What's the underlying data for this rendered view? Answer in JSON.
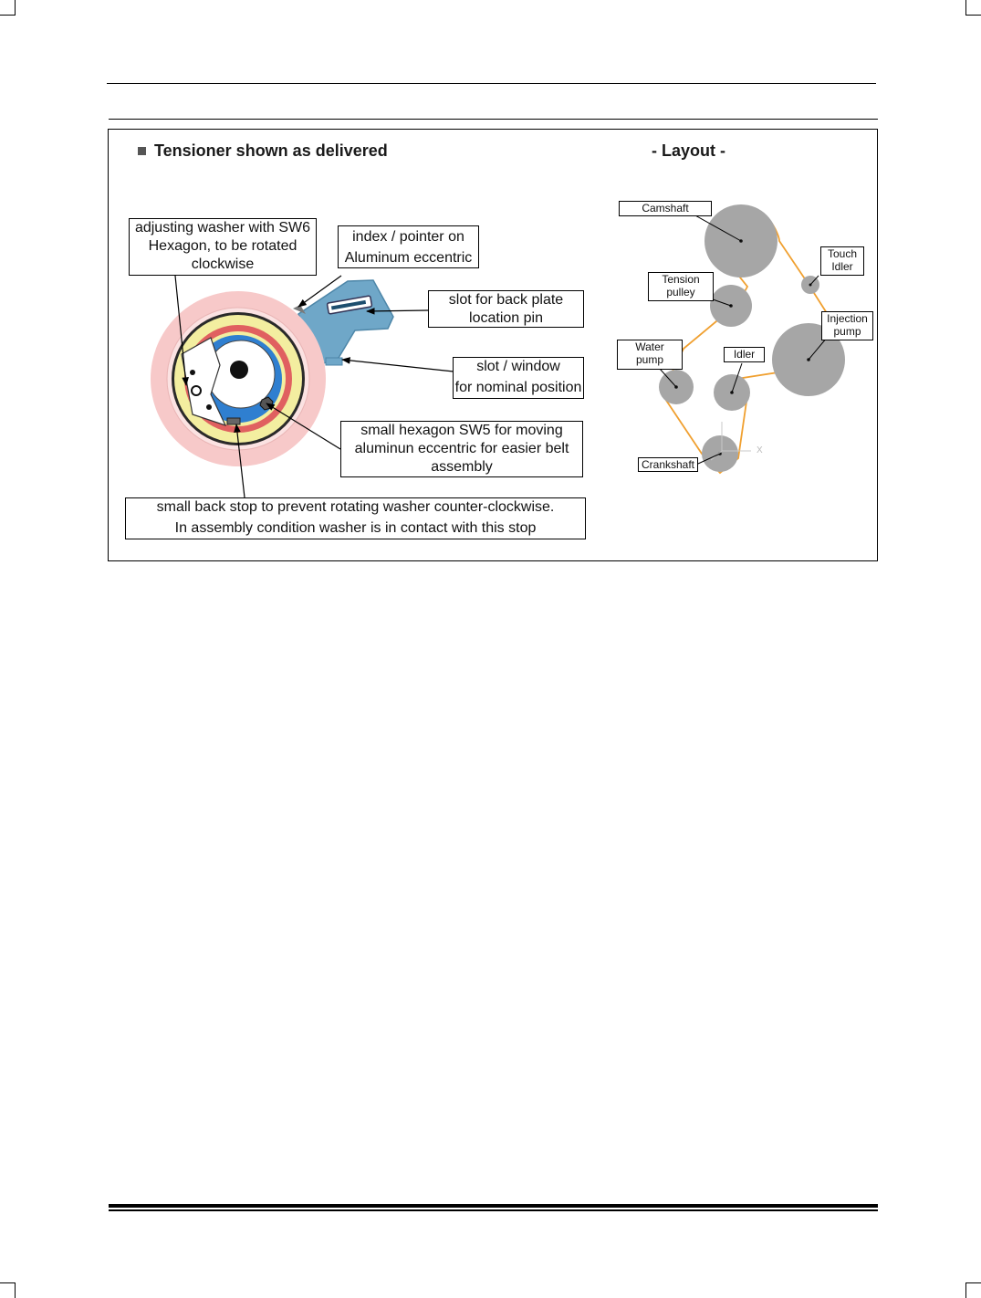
{
  "figure": {
    "heading_left": "Tensioner shown as delivered",
    "heading_right": "- Layout -"
  },
  "callouts": {
    "adjusting_washer": [
      "adjusting washer with SW6",
      "Hexagon, to be rotated",
      "clockwise"
    ],
    "index_pointer": [
      "index / pointer on",
      "Aluminum eccentric"
    ],
    "slot_back_plate": [
      "slot for back plate",
      "location pin"
    ],
    "slot_window": [
      "slot / window",
      "for nominal position"
    ],
    "small_hexagon": [
      "small hexagon SW5 for moving",
      "aluminun eccentric for easier belt",
      "assembly"
    ],
    "back_stop": [
      "small back stop to prevent rotating washer counter-clockwise.",
      "In assembly condition washer is in contact with this stop"
    ]
  },
  "layout_labels": {
    "camshaft": [
      "Camshaft"
    ],
    "touch_idler": [
      "Touch",
      "Idler"
    ],
    "tension_pulley": [
      "Tension",
      "pulley"
    ],
    "injection_pump": [
      "Injection",
      "pump"
    ],
    "water_pump": [
      "Water",
      "pump"
    ],
    "idler": [
      "Idler"
    ],
    "crankshaft": [
      "Crankshaft"
    ]
  },
  "axis_labels": {
    "x": "X"
  },
  "colors": {
    "belt": "#f0a030",
    "pulley": "#a6a6a6",
    "outer_ring": "#f7c9c9",
    "yellow_ring": "#f3eea0",
    "red_ring": "#e06060",
    "blue_ring": "#2f7fd0",
    "bracket": "#6fa7c8"
  }
}
